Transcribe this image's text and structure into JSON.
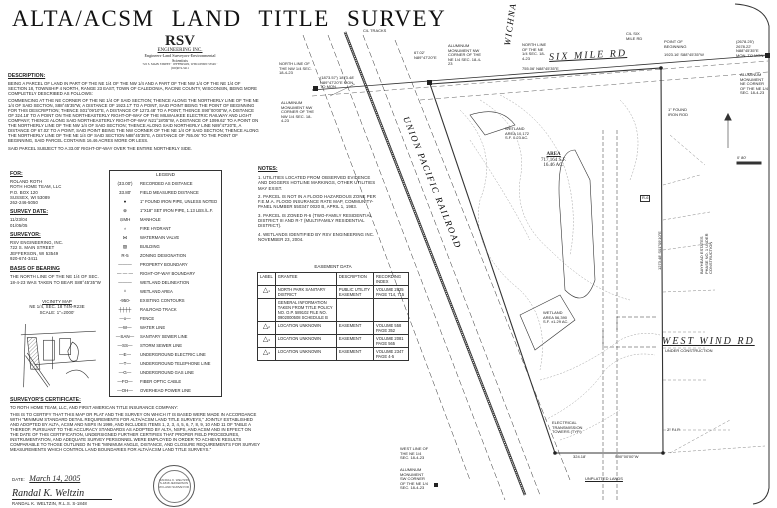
{
  "title": "ALTA/ACSM LAND TITLE SURVEY",
  "logo": {
    "name": "RSV",
    "company": "ENGINEERING INC.",
    "tagline": "Engineers-Land Surveyors-Environmental Scientists",
    "address": "722 S. MAIN STREET · JEFFERSON, WISCONSIN 53549 · (920)674-3411"
  },
  "description": {
    "heading": "DESCRIPTION:",
    "para1": "BEING A PARCEL OF LAND IN PART OF THE NE 1/4 OF THE NW 1/4 AND A PART OF THE NW 1/4 OF THE NE 1/4 OF SECTION 18, TOWNSHIP 4 NORTH, RANGE 23 EAST, TOWN OF CALEDONIA, RACINE COUNTY, WISCONSIN, BEING MORE COMPLETELY DESCRIBED AS FOLLOWS:",
    "para2": "COMMENCING AT THE NE CORNER OF THE NE 1/4 OF SAID SECTION; THENCE ALONG THE NORTHERLY LINE OF THE NE 1/4 OF SAID SECTION, S88°45'35\"W, A DISTANCE OF 1923.17' TO A POINT, SAID POINT BEING THE POINT OF BEGINNING FOR THIS DESCRIPTION; THENCE S01°09'10\"E, A DISTANCE OF 1273.48' TO A POINT; THENCE S90°00'00\"W, A DISTANCE OF 324.18' TO A POINT ON THE NORTHEASTERLY RIGHT-OF-WAY OF THE MILWAUKEE ELECTRIC RAILWAY AND LIGHT COMPANY; THENCE ALONG SAID NORTHEASTERLY RIGHT-OF-WAY N21°18'05\"W, A DISTANCE OF 1099.62' TO A POINT ON THE NORTHERLY LINE OF THE NW 1/4 OF SAID SECTION; THENCE ALONG SAID NORTHERLY LINE N89°47'20\"E, A DISTANCE OF 67.02' TO A POINT, SAID POINT BEING THE NW CORNER OF THE NE 1/4 OF SAID SECTION; THENCE ALONG THE NORTHERLY LINE OF THE NE 1/4 OF SAID SECTION N88°45'35\"E, A DISTANCE OF 755.06' TO THE POINT OF BEGINNING, SAID PARCEL CONTAINS 16.46 ACRES MORE OR LESS.",
    "para3": "SAID PARCEL SUBJECT TO A 33.00' RIGHT-OF-WAY OVER THE ENTIRE NORTHERLY SIDE."
  },
  "for": {
    "heading": "FOR:",
    "lines": [
      "ROLAND ROTH",
      "ROTH HOME TEAM, LLC",
      "P.O. BOX 120",
      "SUSSEX, WI 53089",
      "262-246-5050"
    ]
  },
  "survey_date": {
    "heading": "SURVEY DATE:",
    "lines": [
      "11/23/04",
      "01/05/05"
    ]
  },
  "surveyor": {
    "heading": "SURVEYOR:",
    "lines": [
      "RSV ENGINEERING, INC.",
      "722 S. MAIN STREET",
      "JEFFERSON, WI 53549",
      "920-674-3411"
    ]
  },
  "basis": {
    "heading": "BASIS OF BEARING",
    "text": "THE NORTH LINE OF THE NE 1/4 OF SEC. 18-4-23 WAS TAKEN TO BEAR S88°45'35\"W"
  },
  "vicinity": {
    "title": "VICINITY MAP",
    "sub": "NE 1/4, SEC. 18 T4N-R23E",
    "scale": "SCALE: 1\"=2000'"
  },
  "legend": {
    "title": "LEGEND",
    "items": [
      {
        "sym": "(33.00')",
        "label": "RECORDED AS DISTANCE"
      },
      {
        "sym": "33.80'",
        "label": "FIELD MEASURED DISTANCE"
      },
      {
        "sym": "●",
        "label": "1\" FOUND IRON PIPE, UNLESS NOTED"
      },
      {
        "sym": "⊗",
        "label": "1\"x18\" SET IRON PIPE, 1.13 LBS./L.F."
      },
      {
        "sym": "⊙MH",
        "label": "MANHOLE"
      },
      {
        "sym": "♁",
        "label": "FIRE HYDRANT"
      },
      {
        "sym": "⋈",
        "label": "WATERMAIN VALVE"
      },
      {
        "sym": "▨",
        "label": "BUILDING"
      },
      {
        "sym": "R-5",
        "label": "ZONING DESIGNATION"
      },
      {
        "sym": "———",
        "label": "PROPERTY BOUNDARY"
      },
      {
        "sym": "— — —",
        "label": "RIGHT-OF-WAY BOUNDARY"
      },
      {
        "sym": "———",
        "label": "WETLAND DELINEATION"
      },
      {
        "sym": "ᐞ",
        "label": "WETLAND AREA"
      },
      {
        "sym": "-950-",
        "label": "EXISTING CONTOURS"
      },
      {
        "sym": "┼┼┼┼",
        "label": "RAILROAD TRACK"
      },
      {
        "sym": "—x—",
        "label": "FENCE"
      },
      {
        "sym": "—W—",
        "label": "WATER LINE"
      },
      {
        "sym": "—SAN—",
        "label": "SANITARY SEWER LINE"
      },
      {
        "sym": "—SS—",
        "label": "STORM SEWER LINE"
      },
      {
        "sym": "—E—",
        "label": "UNDERGROUND ELECTRIC LINE"
      },
      {
        "sym": "—T—",
        "label": "UNDERGROUND TELEPHONE LINE"
      },
      {
        "sym": "—G—",
        "label": "UNDERGROUND GAS LINE"
      },
      {
        "sym": "—FO—",
        "label": "FIBER OPTIC CABLE"
      },
      {
        "sym": "—OH—",
        "label": "OVERHEAD POWER LINE"
      }
    ]
  },
  "notes": {
    "heading": "NOTES:",
    "items": [
      "1. UTILITIES LOCATED FROM OBSERVED EVIDENCE AND DIGGERS HOTLINE MARKINGS, OTHER UTILITIES MAY EXIST.",
      "2. PARCEL IS NOT IN A FLOOD HAZARDOUS ZONE PER F.E.M.A. FLOOD INSURANCE RATE MAP, COMMUNITY-PANEL NUMBER 550347 0020 B, APRIL 1, 1983.",
      "3. PARCEL IS ZONED R-6 (TWO-FAMILY RESIDENTIAL DISTRICT III AND R-7 (MULTIFAMILY RESIDENTIAL DISTRICT).",
      "4. WETLANDS IDENTIFIED BY RSV ENGINEERING INC. NOVEMBER 23, 2004."
    ]
  },
  "easement": {
    "title": "EASEMENT DATA",
    "headers": [
      "LABEL",
      "GRANTEE",
      "DESCRIPTION",
      "RECORDING INDEX"
    ],
    "rows": [
      {
        "label": "1",
        "grantee": "NORTH PARK SANITARY DISTRICT",
        "description": "PUBLIC UTILITY EASEMENT",
        "index": "VOLUME 2625 PAGE 714, 715"
      },
      {
        "label": "",
        "grantee": "GENERAL INFORMATION TAKEN FROM TITLE POLICY NO. O.P. 589102 FILE NO. 0902000508 SCHEDULE B",
        "description": "",
        "index": ""
      },
      {
        "label": "2",
        "grantee": "LOCATION UNKNOWN",
        "description": "EASEMENT",
        "index": "VOLUME 558 PAGE 352"
      },
      {
        "label": "3",
        "grantee": "LOCATION UNKNOWN",
        "description": "EASEMENT",
        "index": "VOLUME 2081 PAGE 565"
      },
      {
        "label": "4",
        "grantee": "LOCATION UNKNOWN",
        "description": "EASEMENT",
        "index": "VOLUME 2347 PAGE 4-5"
      }
    ]
  },
  "certificate": {
    "heading": "SURVEYOR'S CERTIFICATE:",
    "to": "TO ROTH HOME TEAM, LLC, AND FIRST AMERICAN TITLE INSURANCE COMPANY:",
    "text": "THIS IS TO CERTIFY THAT THIS MAP OR PLAT AND THE SURVEY ON WHICH IT IS BASED WERE MADE IN ACCORDANCE WITH \"MINIMUM STANDARD DETAIL REQUIREMENTS FOR ALTA/ACSM LAND TITLE SURVEYS,\" JOINTLY ESTABLISHED AND ADOPTED BY ALTA, ACSM AND NSPS IN 1999, AND INCLUDES ITEMS 1, 2, 3, 4, 5, 6, 7, 8, 9, 10 AND 11 OF TABLE A THEREOF. PURSUANT TO THE ACCURACY STANDARDS AS ADOPTED BY ALTA, NSPS, AND ACSM AND IN EFFECT ON THE DATE OF THIS CERTIFICATION, UNDERSIGNED FURTHER CERTIFIES THAT PROPER FIELD PROCEDURES, INSTRUMENTATION, AND ADEQUATE SURVEY PERSONNEL WERE EMPLOYED IN ORDER TO ACHIEVE RESULTS COMPARABLE TO THOSE OUTLINED IN THE \"MINIMUM ANGLE, DISTANCE, AND CLOSURE REQUIREMENTS FOR SURVEY MEASUREMENTS WHICH CONTROL LAND BOUNDARIES FOR ALTA/ACSM LAND TITLE SURVEYS.\"",
    "date_label": "DATE:",
    "date_sig": "March 14, 2005",
    "signature": "Randal K. Weltzin",
    "signer": "RANDAL K. WELTZIN, R.L.S. S-1848",
    "seal": "RANDAL K. WELTZIN S-1848 JEFFERSON WI LAND SURVEYOR"
  },
  "map": {
    "roads": [
      "SIX MILE RD",
      "WEST WIND RD",
      "WICHNA RD"
    ],
    "west_wind_sub": "UNDER CONSTRUCTION",
    "railroad": "UNION PACIFIC RAILROAD",
    "area": {
      "label": "AREA",
      "sqft": "717,164 S.F.",
      "acres": "16.46 AC."
    },
    "labels": {
      "cl_tracks": "C/L TRACKS",
      "north_line_nw": "NORTH LINE OF THE NW 1/4 SEC. 18-4-23",
      "mon_nw": "ALUMINUM MONUMENT NW CORNER OF THE NW 1/4 SEC. 18-4-23",
      "dist1": "(1873.57') 1873.48' N89°47'20\"E MON. TO MON.",
      "dist2": "67.02' N89°47'20\"E",
      "mon_ne_nw": "ALUMINUM MONUMENT NW CORNER OF THE NE 1/4 SEC. 18-4-23",
      "north_line_ne": "NORTH LINE OF THE NE 1/4 SEC. 18-4-23",
      "cl_six_mile": "C/L SIX MILE RD",
      "pob": "POINT OF BEGINNING",
      "top_dist": "755.06' N88°45'35\"E",
      "pob_dist": "1923.16' S88°45'35\"W",
      "ne_dist": "(2678.25') 2678.22' N88°45'35\"E MON. TO MON.",
      "mon_ne": "ALUMINUM MONUMENT NE CORNER OF THE NE 1/4 SEC. 18-4-23",
      "found_rod": "1\" FOUND IRON ROD",
      "wetland1": "WETLAND AREA 10,172 S.F. 0.23 AC.",
      "wetland2": "WETLAND AREA 56,390 S.F. ±1.29 AC.",
      "bayhead": "BAYHEAD ESTATES PHASE NO. 1 UNDER CONSTRUCTION",
      "east_dist": "1273.48' S01°09'10\"E",
      "electric": "ELECTRICAL TRANSMISSION TOWERS (TYP.)",
      "bottom_dist": "324.18'",
      "bottom_bearing": "S90°00'00\"W",
      "fip": "2\" F.I.P.",
      "west_line": "WEST LINE OF THE NE 1/4 SEC. 18-4-23",
      "mon_sw": "ALUMINUM MONUMENT SW CORNER OF THE NE 1/4 SEC. 18-4-23",
      "unplatted": "UNPLATTED LANDS",
      "zoning": "R-6",
      "scale": "0'   80'"
    }
  }
}
